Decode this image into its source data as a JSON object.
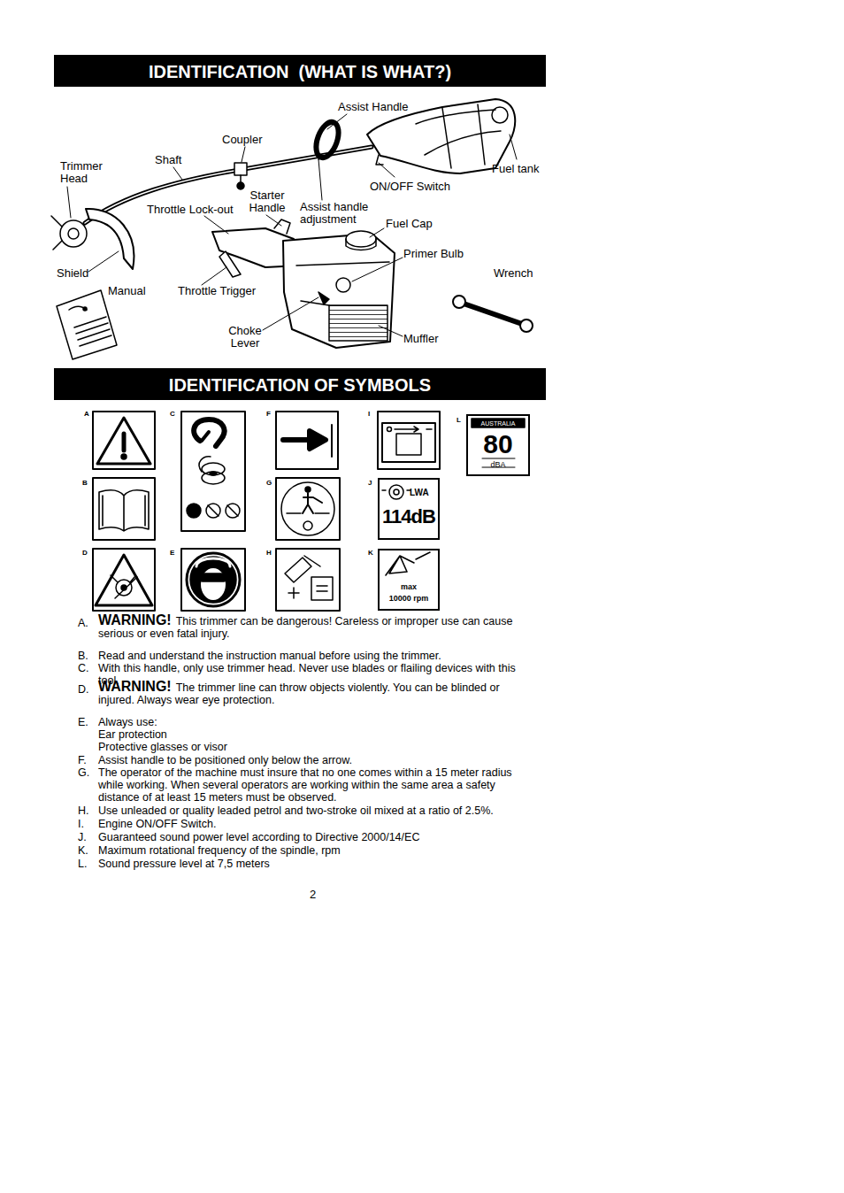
{
  "diagram": {
    "nodes": [
      {
        "text": [
          "IDENTIFICATION  (WHAT IS WHAT?)"
        ]
      },
      {
        "text": [
          "IDENTIFICATION OF SYMBOLS"
        ]
      },
      {
        "text": [
          "AUSTRALIA",
          "80",
          "dBA"
        ]
      },
      {
        "text": [
          "LWA",
          "114dB"
        ]
      },
      {
        "text": [
          "max",
          "10000 rpm"
        ]
      }
    ],
    "labels": [
      "Assist Handle",
      "Coupler",
      "Shaft",
      "Trimmer Head",
      "Fuel tank",
      "ON/OFF Switch",
      "Starter Handle",
      "Assist handle adjustment",
      "Throttle Lock-out",
      "Fuel Cap",
      "Primer Bulb",
      "Shield",
      "Wrench",
      "Manual",
      "Throttle Trigger",
      "Choke Lever",
      "Muffler",
      "A",
      "C",
      "F",
      "I",
      "L",
      "B",
      "G",
      "J",
      "D",
      "E",
      "H",
      "K",
      "A.",
      "WARNING!",
      "This trimmer can be dangerous! Careless or improper use can cause serious or even fatal injury.",
      "B.",
      "Read and understand the instruction manual before using the trimmer.",
      "C.",
      "With this handle, only use trimmer head. Never use blades or flailing devices with this tool.",
      "D.",
      "WARNING!",
      "The trimmer line can throw objects violently. You can be blinded or injured. Always wear eye protection.",
      "E.",
      "Always use:",
      "Ear protection",
      "Protective glasses or visor",
      "F.",
      "Assist handle to be positioned only below the arrow.",
      "G.",
      "The operator of the machine must insure that no one comes within a 15 meter radius while working. When several operators are working within the same area a safety distance of at least 15 meters must be observed.",
      "H.",
      "Use unleaded or quality leaded petrol and two-stroke oil mixed at a ratio of 2.5%.",
      "I.",
      "Engine ON/OFF Switch.",
      "J.",
      "Guaranteed sound power level according to Directive 2000/14/EC",
      "K.",
      "Maximum rotational frequency of the spindle, rpm",
      "L.",
      "Sound pressure level at 7,5 meters",
      "2"
    ]
  }
}
